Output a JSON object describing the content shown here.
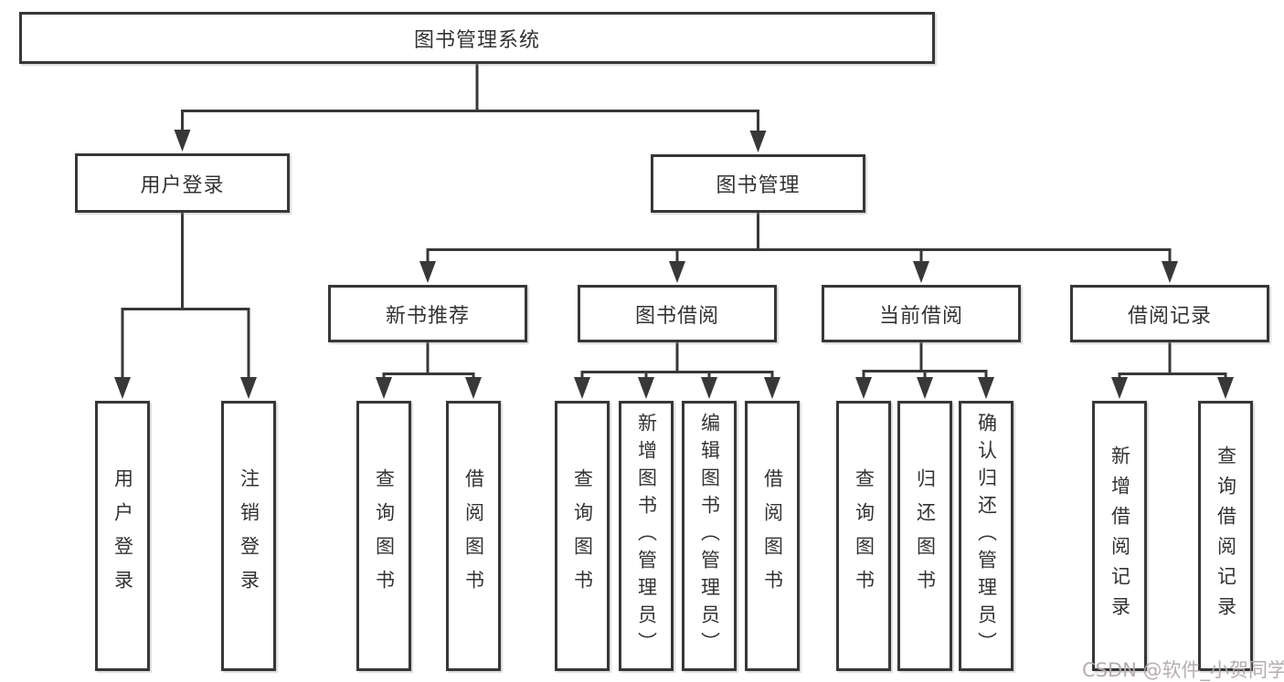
{
  "diagram": {
    "root": {
      "label": "图书管理系统"
    },
    "children": [
      {
        "label": "用户登录",
        "children": [
          {
            "label": "用户登录"
          },
          {
            "label": "注销登录"
          }
        ]
      },
      {
        "label": "图书管理",
        "children": [
          {
            "label": "新书推荐",
            "children": [
              {
                "label": "查询图书"
              },
              {
                "label": "借阅图书"
              }
            ]
          },
          {
            "label": "图书借阅",
            "children": [
              {
                "label": "查询图书"
              },
              {
                "label": "新增图书（管理员）"
              },
              {
                "label": "编辑图书（管理员）"
              },
              {
                "label": "借阅图书"
              }
            ]
          },
          {
            "label": "当前借阅",
            "children": [
              {
                "label": "查询图书"
              },
              {
                "label": "归还图书"
              },
              {
                "label": "确认归还（管理员）"
              }
            ]
          },
          {
            "label": "借阅记录",
            "children": [
              {
                "label": "新增借阅记录"
              },
              {
                "label": "查询借阅记录"
              }
            ]
          }
        ]
      }
    ]
  },
  "watermark": {
    "text": "CSDN @软件_小贺同学"
  },
  "colors": {
    "line": "#383838",
    "box_border": "#373737",
    "text": "#333333",
    "watermark": "#b2aaaa",
    "background": "#ffffff"
  }
}
